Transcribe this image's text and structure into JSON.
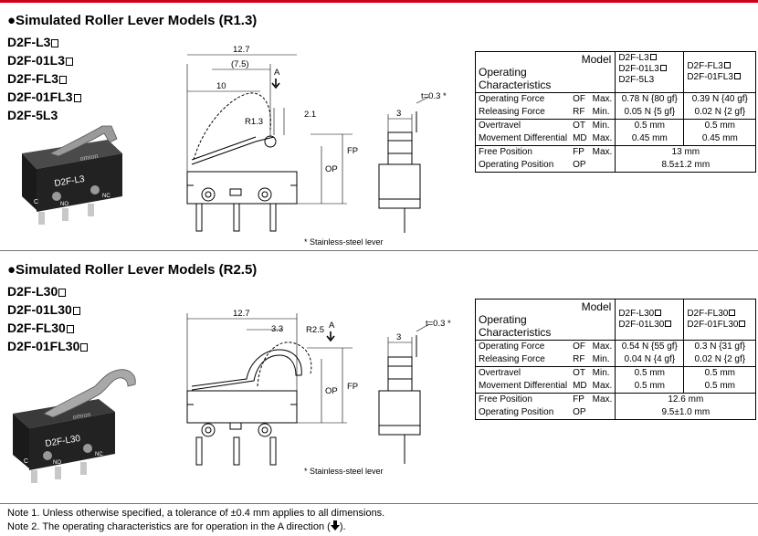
{
  "section1": {
    "title": "●Simulated Roller Lever Models (R1.3)",
    "models": [
      "D2F-L3",
      "D2F-01L3",
      "D2F-FL3",
      "D2F-01FL3",
      "D2F-5L3"
    ],
    "models_box": [
      true,
      true,
      true,
      true,
      false
    ],
    "switch_text": {
      "model": "D2F-L3",
      "brand": "omron",
      "c": "C",
      "no": "NO",
      "nc": "NC"
    },
    "dims": {
      "d1": "12.7",
      "d2": "(7.5)",
      "d3": "10",
      "a": "A",
      "r": "R1.3",
      "d4": "2.1",
      "fp": "FP",
      "op": "OP",
      "t": "t=0.3 *",
      "w": "3"
    },
    "footnote": "* Stainless-steel lever",
    "table": {
      "model_label": "Model",
      "oc_label": [
        "Operating",
        "Characteristics"
      ],
      "col1_models": [
        "D2F-L3",
        "D2F-01L3",
        "D2F-5L3"
      ],
      "col2_models": [
        "D2F-FL3",
        "D2F-01FL3"
      ],
      "rows": [
        {
          "name": "Operating Force",
          "abbr": "OF",
          "limit": "Max.",
          "v1": "0.78 N {80 gf}",
          "v2": "0.39 N {40 gf}"
        },
        {
          "name": "Releasing Force",
          "abbr": "RF",
          "limit": "Min.",
          "v1": "0.05 N {5 gf}",
          "v2": "0.02 N {2 gf}"
        },
        {
          "name": "Overtravel",
          "abbr": "OT",
          "limit": "Min.",
          "v1": "0.5 mm",
          "v2": "0.5 mm"
        },
        {
          "name": "Movement Differential",
          "abbr": "MD",
          "limit": "Max.",
          "v1": "0.45 mm",
          "v2": "0.45 mm"
        },
        {
          "name": "Free Position",
          "abbr": "FP",
          "limit": "Max.",
          "v": "13 mm"
        },
        {
          "name": "Operating Position",
          "abbr": "OP",
          "limit": "",
          "v": "8.5±1.2 mm"
        }
      ]
    }
  },
  "section2": {
    "title": "●Simulated Roller Lever Models (R2.5)",
    "models": [
      "D2F-L30",
      "D2F-01L30",
      "D2F-FL30",
      "D2F-01FL30"
    ],
    "switch_text": {
      "model": "D2F-L30",
      "brand": "omron",
      "c": "C",
      "no": "NO",
      "nc": "NC"
    },
    "dims": {
      "d1": "12.7",
      "d2": "3.3",
      "r": "R2.5",
      "a": "A",
      "fp": "FP",
      "op": "OP",
      "t": "t=0.3 *",
      "w": "3"
    },
    "footnote": "* Stainless-steel lever",
    "table": {
      "model_label": "Model",
      "oc_label": [
        "Operating",
        "Characteristics"
      ],
      "col1_models": [
        "D2F-L30",
        "D2F-01L30"
      ],
      "col2_models": [
        "D2F-FL30",
        "D2F-01FL30"
      ],
      "rows": [
        {
          "name": "Operating Force",
          "abbr": "OF",
          "limit": "Max.",
          "v1": "0.54 N {55 gf}",
          "v2": "0.3 N {31 gf}"
        },
        {
          "name": "Releasing Force",
          "abbr": "RF",
          "limit": "Min.",
          "v1": "0.04 N {4 gf}",
          "v2": "0.02 N {2 gf}"
        },
        {
          "name": "Overtravel",
          "abbr": "OT",
          "limit": "Min.",
          "v1": "0.5 mm",
          "v2": "0.5 mm"
        },
        {
          "name": "Movement Differential",
          "abbr": "MD",
          "limit": "Max.",
          "v1": "0.5 mm",
          "v2": "0.5 mm"
        },
        {
          "name": "Free Position",
          "abbr": "FP",
          "limit": "Max.",
          "v": "12.6 mm"
        },
        {
          "name": "Operating Position",
          "abbr": "OP",
          "limit": "",
          "v": "9.5±1.0 mm"
        }
      ]
    }
  },
  "notes": {
    "note1": "Note 1. Unless otherwise specified, a tolerance of ±0.4 mm applies to all dimensions.",
    "note2_prefix": "Note 2. The operating characteristics are for operation in the A direction (",
    "note2_suffix": ")."
  }
}
